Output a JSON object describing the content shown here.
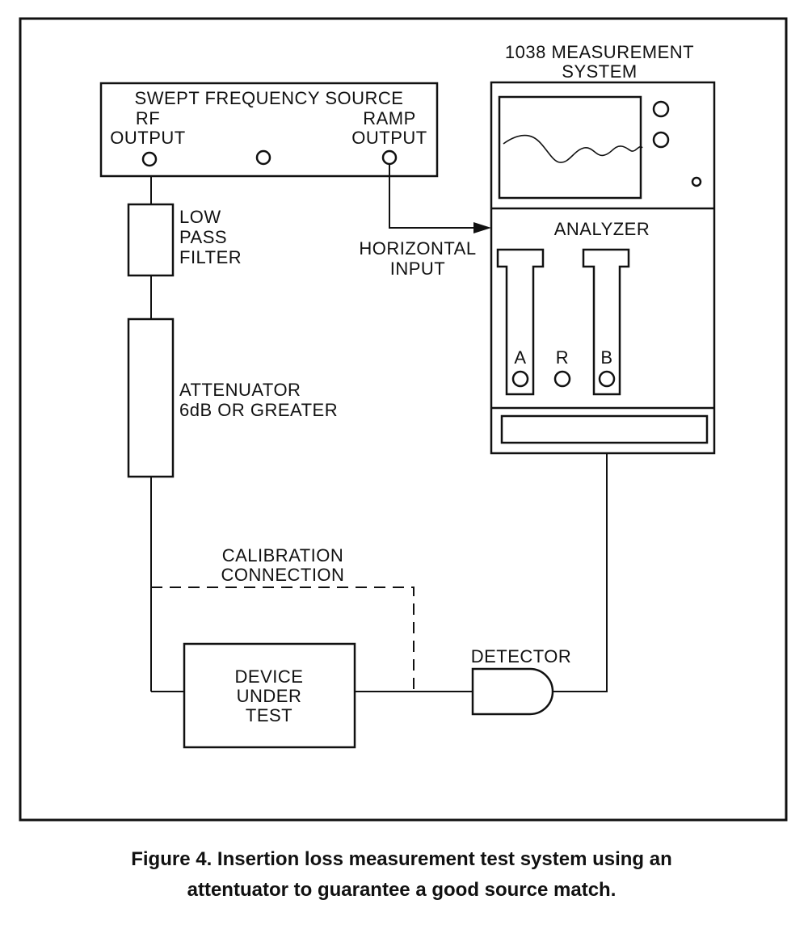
{
  "source": {
    "title": "SWEPT FREQUENCY SOURCE",
    "rf_output": [
      "RF",
      "OUTPUT"
    ],
    "ramp_output": [
      "RAMP",
      "OUTPUT"
    ]
  },
  "low_pass_filter": [
    "LOW",
    "PASS",
    "FILTER"
  ],
  "attenuator": [
    "ATTENUATOR",
    "6dB OR GREATER"
  ],
  "calibration_connection": [
    "CALIBRATION",
    "CONNECTION"
  ],
  "device_under_test": [
    "DEVICE",
    "UNDER",
    "TEST"
  ],
  "detector": "DETECTOR",
  "horizontal_input": [
    "HORIZONTAL",
    "INPUT"
  ],
  "measurement_system": {
    "title": [
      "1038 MEASUREMENT",
      "SYSTEM"
    ],
    "analyzer": "ANALYZER",
    "port_a": "A",
    "port_r": "R",
    "port_b": "B"
  },
  "caption": [
    "Figure 4.  Insertion loss measurement test system using an",
    "attentuator to guarantee a good source match."
  ]
}
